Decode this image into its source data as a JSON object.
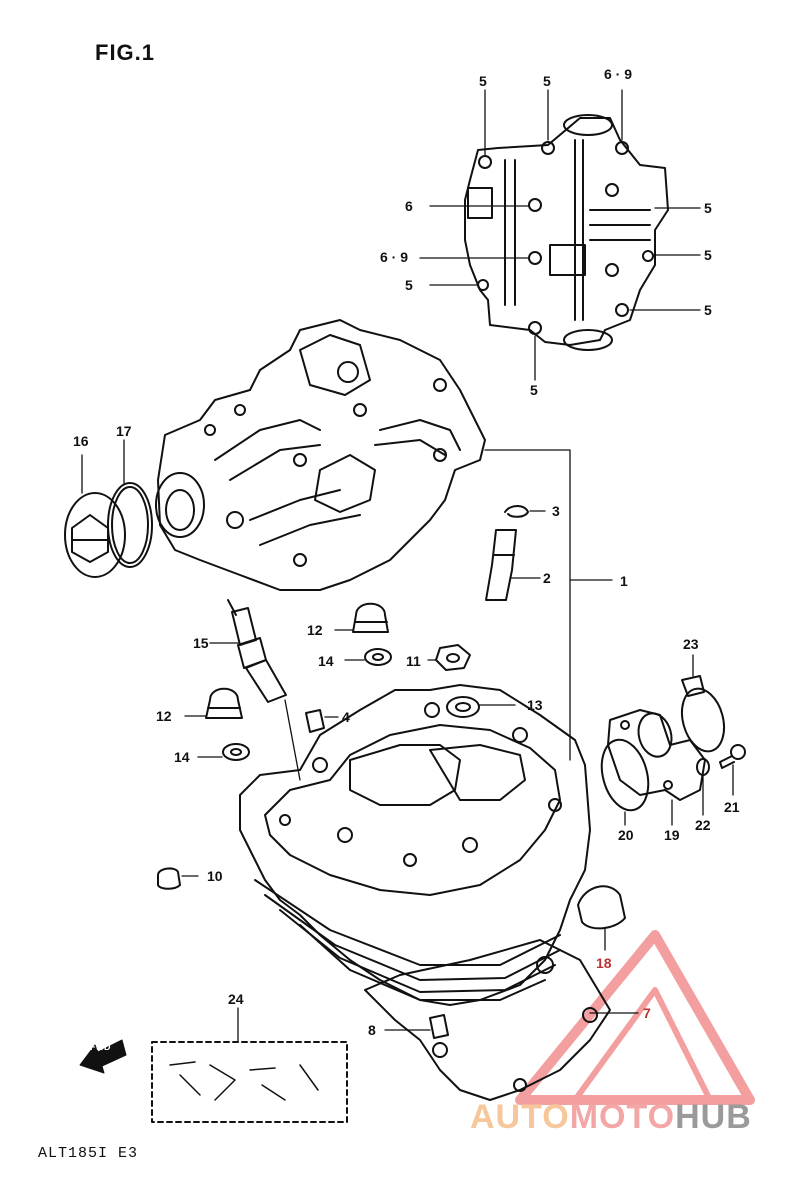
{
  "figure": {
    "title": "FIG.1",
    "code": "ALT185I E3",
    "fwd_label": "FWD"
  },
  "watermark": {
    "part1": "AUTO",
    "part2": "MOTO",
    "part3": "HUB",
    "colors": {
      "auto": "#f5c79a",
      "moto": "#f3a6a6",
      "hub": "#9a9a9a",
      "triangle": "#f08080"
    }
  },
  "callouts": {
    "c1": "1",
    "c2": "2",
    "c3": "3",
    "c4": "4",
    "c5_top_a": "5",
    "c5_top_b": "5",
    "c69_top": "6 · 9",
    "c6_left": "6",
    "c69_left": "6 · 9",
    "c5_left": "5",
    "c5_right_a": "5",
    "c5_right_b": "5",
    "c5_right_c": "5",
    "c5_bottom": "5",
    "c7": "7",
    "c8": "8",
    "c10": "10",
    "c11": "11",
    "c12_upper": "12",
    "c12_lower": "12",
    "c13": "13",
    "c14_upper": "14",
    "c14_lower": "14",
    "c15": "15",
    "c16": "16",
    "c17": "17",
    "c18": "18",
    "c19": "19",
    "c20": "20",
    "c21": "21",
    "c22": "22",
    "c23": "23",
    "c24": "24"
  }
}
